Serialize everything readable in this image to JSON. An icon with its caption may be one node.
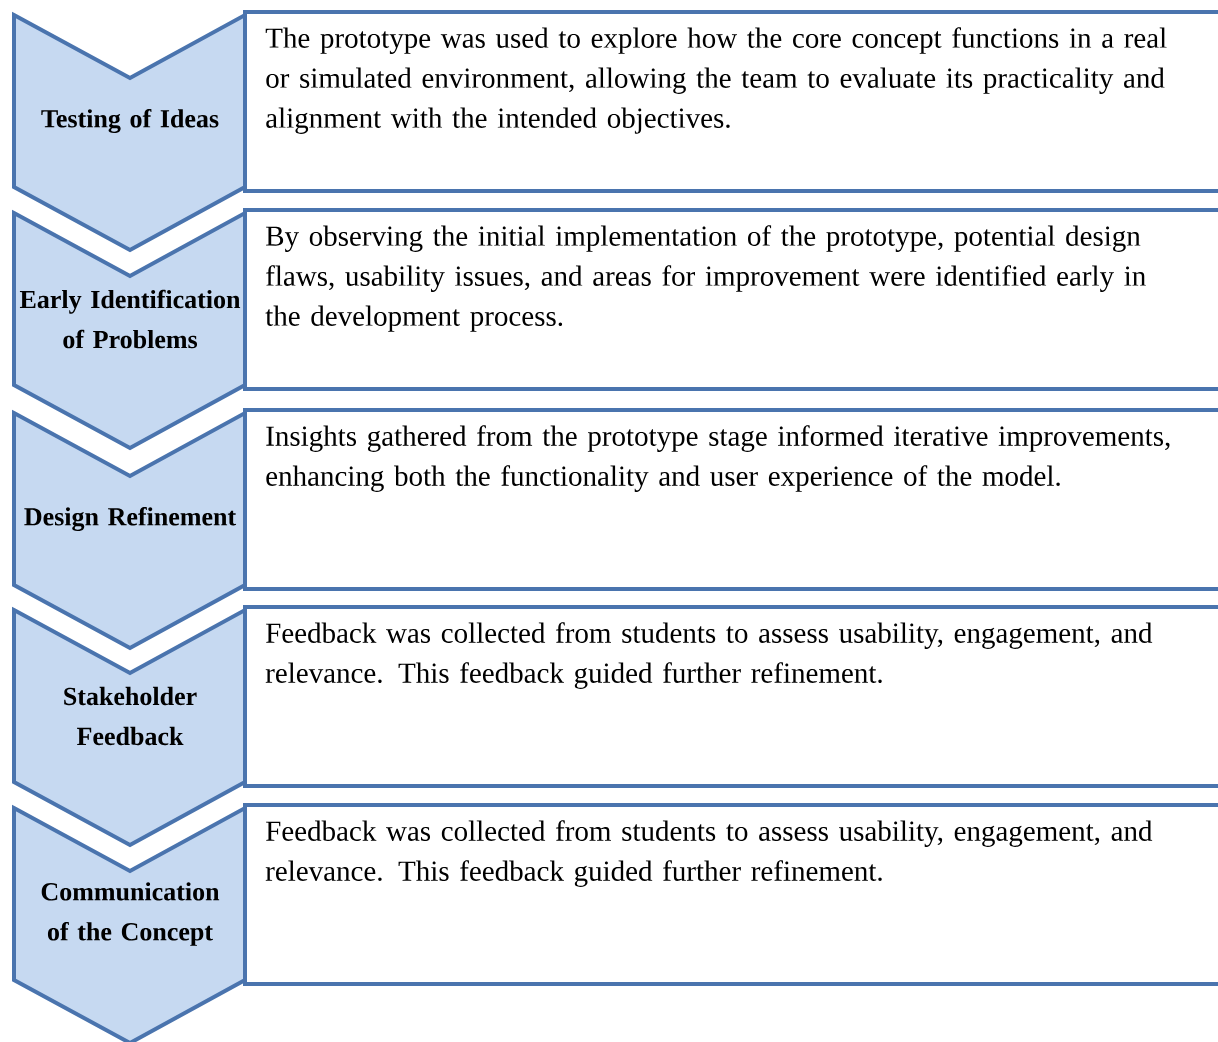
{
  "diagram": {
    "nodes": [
      {
        "text": [
          "Testing of Ideas"
        ]
      },
      {
        "text": [
          "The prototype was used to explore how the core concept functions in a real or simulated environment, allowing the team to evaluate its practicality and alignment with the intended objectives."
        ]
      },
      {
        "text": [
          "Early Identification of Problems"
        ]
      },
      {
        "text": [
          "By observing the initial implementation of the prototype, potential design flaws, usability issues, and areas for improvement were identified early in the development process."
        ]
      },
      {
        "text": [
          "Design Refinement"
        ]
      },
      {
        "text": [
          "Insights gathered from the prototype stage informed iterative improvements, enhancing both the functionality and user experience of the model."
        ]
      },
      {
        "text": [
          "Stakeholder Feedback"
        ]
      },
      {
        "text": [
          "Feedback was collected from students to assess usability, engagement, and relevance. This feedback guided further refinement."
        ]
      },
      {
        "text": [
          "Communication of the Concept"
        ]
      },
      {
        "text": [
          "Feedback was collected from students to assess usability, engagement, and relevance. This feedback guided further refinement."
        ]
      }
    ]
  }
}
